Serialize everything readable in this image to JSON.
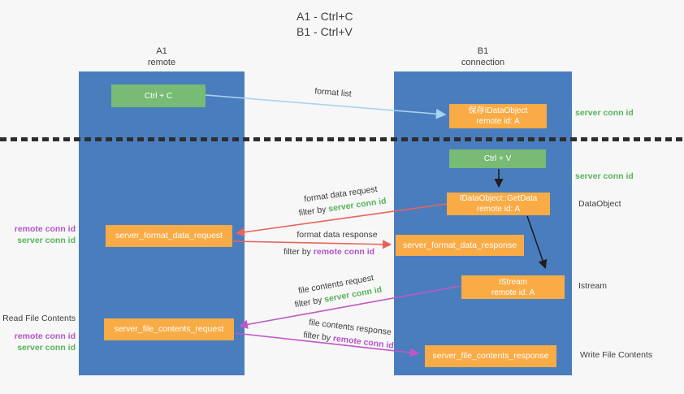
{
  "title": {
    "line1": "A1 - Ctrl+C",
    "line2": "B1 - Ctrl+V"
  },
  "lanes": {
    "left": {
      "name": "A1",
      "role": "remote"
    },
    "right": {
      "name": "B1",
      "role": "connection"
    }
  },
  "nodes": {
    "ctrl_c": {
      "label": "Ctrl + C"
    },
    "save_idataobject": {
      "line1": "保存IDataObject",
      "line2": "remote id: A"
    },
    "ctrl_v": {
      "label": "Ctrl + V"
    },
    "getdata": {
      "line1": "IDataObject::GetData",
      "line2": "remote id: A"
    },
    "server_format_data_request": {
      "label": "server_format_data_request"
    },
    "server_format_data_response": {
      "label": "server_format_data_response"
    },
    "istream": {
      "line1": "IStream",
      "line2": "remote id: A"
    },
    "server_file_contents_request": {
      "label": "server_file_contents_request"
    },
    "server_file_contents_response": {
      "label": "server_file_contents_response"
    }
  },
  "edge_labels": {
    "format_list": "format list",
    "format_data_request": "format data request",
    "format_data_response": "format data response",
    "file_contents_request": "file contents request",
    "file_contents_response": "file contents response",
    "filter_by": "filter by",
    "server_conn_id": "server conn id",
    "remote_conn_id": "remote conn id"
  },
  "side_labels": {
    "server_conn_id": "server conn id",
    "remote_conn_id": "remote conn id",
    "data_object": "DataObject",
    "istream": "Istream",
    "read_file_contents": "Read File Contents",
    "write_file_contents": "Write File Contents"
  },
  "colors": {
    "lane_blue": "#4a7dbe",
    "node_green": "#77bb75",
    "node_orange": "#f9ab45",
    "arrow_lightblue": "#a5d3f1",
    "arrow_red": "#e8635b",
    "arrow_purple": "#c057c6",
    "arrow_black": "#1f1f1f",
    "text_green": "#56b459",
    "text_purple": "#b254c8",
    "text_dark": "#3d3d3d",
    "bg": "#f7f7f7"
  }
}
